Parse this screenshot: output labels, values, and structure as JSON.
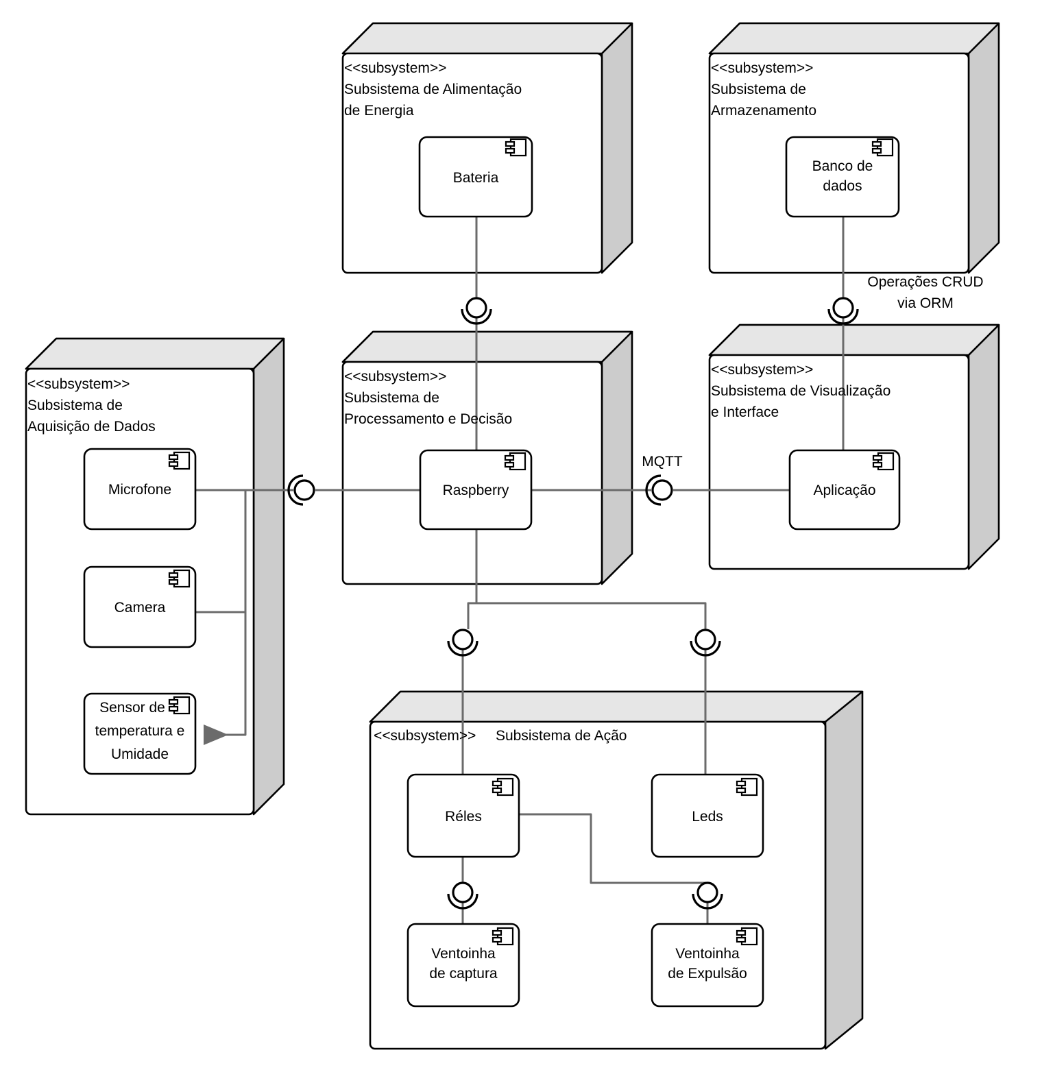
{
  "diagram": {
    "type": "uml-component-diagram",
    "stereotype": "<<subsystem>>",
    "subsystems": [
      {
        "id": "power",
        "stereotype": "<<subsystem>>",
        "name_line1": "Subsistema de Alimentação",
        "name_line2": "de Energia",
        "components": [
          {
            "id": "bateria",
            "label": "Bateria"
          }
        ]
      },
      {
        "id": "storage",
        "stereotype": "<<subsystem>>",
        "name_line1": "Subsistema de",
        "name_line2": "Armazenamento",
        "components": [
          {
            "id": "banco",
            "label_line1": "Banco de",
            "label_line2": "dados"
          }
        ]
      },
      {
        "id": "acquisition",
        "stereotype": "<<subsystem>>",
        "name_line1": "Subsistema de",
        "name_line2": "Aquisição de Dados",
        "components": [
          {
            "id": "microfone",
            "label": "Microfone"
          },
          {
            "id": "camera",
            "label": "Camera"
          },
          {
            "id": "sensor",
            "label_line1": "Sensor de",
            "label_line2": "temperatura e",
            "label_line3": "Umidade"
          }
        ]
      },
      {
        "id": "processing",
        "stereotype": "<<subsystem>>",
        "name_line1": "Subsistema de",
        "name_line2": "Processamento e Decisão",
        "components": [
          {
            "id": "raspberry",
            "label": "Raspberry"
          }
        ]
      },
      {
        "id": "visualization",
        "stereotype": "<<subsystem>>",
        "name_line1": "Subsistema de Visualização",
        "name_line2": "e Interface",
        "components": [
          {
            "id": "aplicacao",
            "label": "Aplicação"
          }
        ]
      },
      {
        "id": "action",
        "stereotype": "<<subsystem>>",
        "name_inline": "Subsistema de Ação",
        "components": [
          {
            "id": "reles",
            "label": "Réles"
          },
          {
            "id": "leds",
            "label": "Leds"
          },
          {
            "id": "ventoinha_captura",
            "label_line1": "Ventoinha",
            "label_line2": "de captura"
          },
          {
            "id": "ventoinha_expulsao",
            "label_line1": "Ventoinha",
            "label_line2": "de Expulsão"
          }
        ]
      }
    ],
    "connector_labels": [
      {
        "id": "crud",
        "line1": "Operações CRUD",
        "line2": "via ORM"
      },
      {
        "id": "mqtt",
        "line1": "MQTT"
      }
    ],
    "colors": {
      "stroke": "#000000",
      "top_face": "#e6e6e6",
      "side_face": "#cccccc",
      "connector_line": "#6b6b6b",
      "component_fill": "#ffffff",
      "background": "#ffffff"
    }
  }
}
